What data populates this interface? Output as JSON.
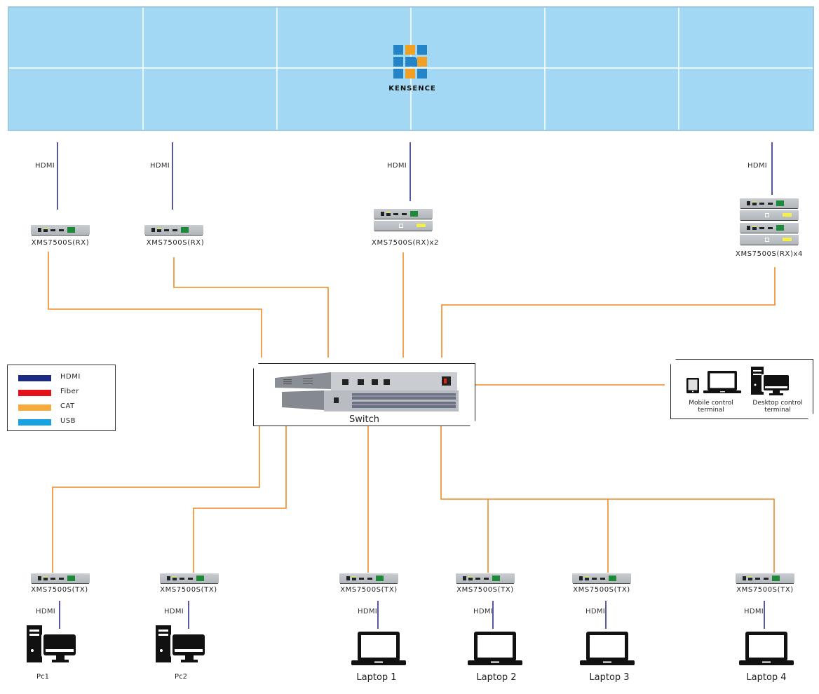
{
  "video_wall": {
    "brand": "KENSENCE",
    "grid_columns": 6,
    "grid_rows": 2,
    "background_color": "#a2d8f4"
  },
  "legend": {
    "items": [
      {
        "label": "HDMI",
        "color": "#1c2a80"
      },
      {
        "label": "Fiber",
        "color": "#e3111c"
      },
      {
        "label": "CAT",
        "color": "#f6ab3f"
      },
      {
        "label": "USB",
        "color": "#1aa1e1"
      }
    ]
  },
  "colors": {
    "hdmi_line": "#2a2f8f",
    "cat_line": "#f08a24"
  },
  "receivers": [
    {
      "label": "XMS7500S(RX)",
      "link": "HDMI",
      "stack": 1
    },
    {
      "label": "XMS7500S(RX)",
      "link": "HDMI",
      "stack": 1
    },
    {
      "label": "XMS7500S(RX)x2",
      "link": "HDMI",
      "stack": 2
    },
    {
      "label": "XMS7500S(RX)x4",
      "link": "HDMI",
      "stack": 4
    }
  ],
  "switch": {
    "label": "Switch"
  },
  "control": {
    "mobile_label_line1": "Mobile control",
    "mobile_label_line2": "terminal",
    "desktop_label_line1": "Desktop control",
    "desktop_label_line2": "terminal"
  },
  "transmitters": [
    {
      "label": "XMS7500S(TX)",
      "link": "HDMI",
      "source": "Pc1",
      "source_type": "desktop-pc"
    },
    {
      "label": "XMS7500S(TX)",
      "link": "HDMI",
      "source": "Pc2",
      "source_type": "desktop-pc"
    },
    {
      "label": "XMS7500S(TX)",
      "link": "HDMI",
      "source": "Laptop 1",
      "source_type": "laptop"
    },
    {
      "label": "XMS7500S(TX)",
      "link": "HDMI",
      "source": "Laptop 2",
      "source_type": "laptop"
    },
    {
      "label": "XMS7500S(TX)",
      "link": "HDMI",
      "source": "Laptop 3",
      "source_type": "laptop"
    },
    {
      "label": "XMS7500S(TX)",
      "link": "HDMI",
      "source": "Laptop 4",
      "source_type": "laptop"
    }
  ]
}
